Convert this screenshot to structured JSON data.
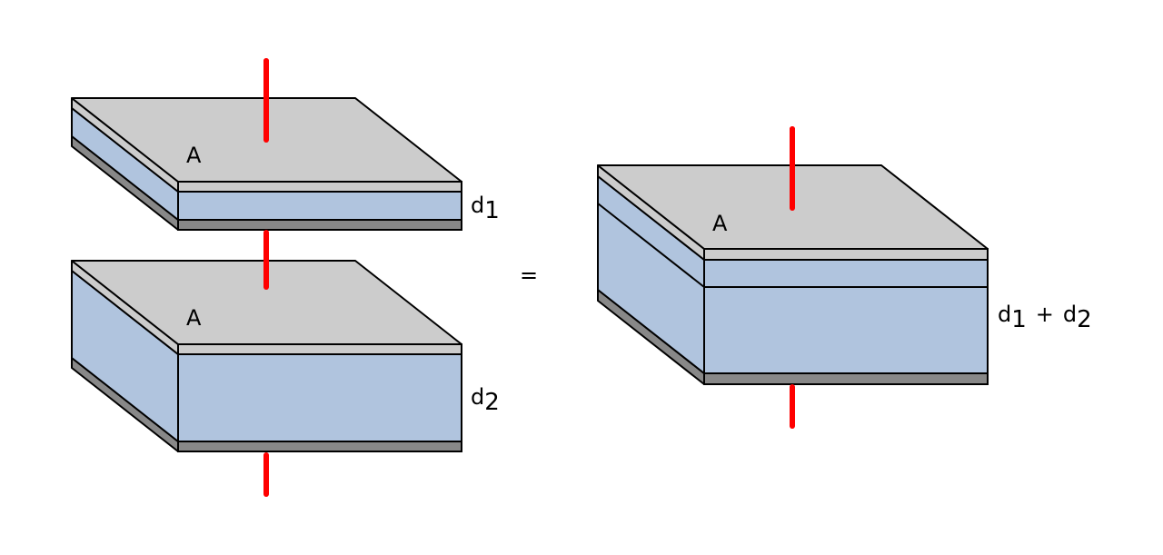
{
  "colors": {
    "plate_top": "#cccccc",
    "plate_bottom": "#888888",
    "dielectric": "#b0c4de",
    "lead": "#ff0000",
    "outline": "#000000"
  },
  "left_top_capacitor": {
    "area_label": "A",
    "thickness_label": {
      "base": "d",
      "sub": "1"
    }
  },
  "left_bottom_capacitor": {
    "area_label": "A",
    "thickness_label": {
      "base": "d",
      "sub": "2"
    }
  },
  "equals_sign": "=",
  "right_capacitor": {
    "area_label": "A",
    "thickness_label": {
      "base1": "d",
      "sub1": "1",
      "plus": "+",
      "base2": "d",
      "sub2": "2"
    }
  }
}
